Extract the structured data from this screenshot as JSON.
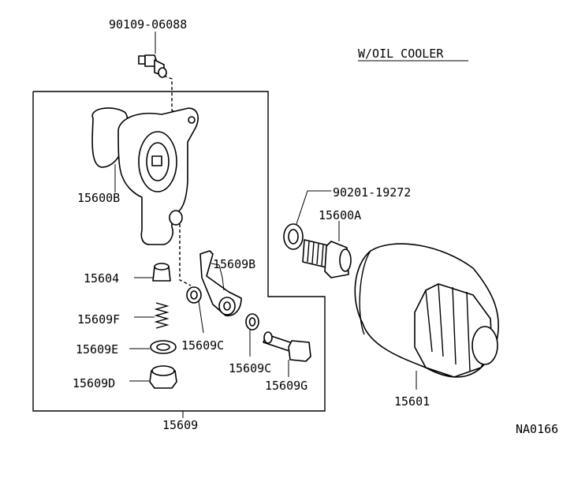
{
  "title": "W/OIL COOLER",
  "drawing_number": "NA0166",
  "assembly_label": "15609",
  "parts": {
    "drain_bolt": "90109-06088",
    "gasket": "90201-19272",
    "union": "15600A",
    "cooler_body": "15600B",
    "relief_valve": "15604",
    "pipe": "15609B",
    "gasket_c1": "15609C",
    "gasket_c2": "15609C",
    "plug": "15609D",
    "washer": "15609E",
    "spring": "15609F",
    "union_bolt": "15609G",
    "filter": "15601"
  }
}
